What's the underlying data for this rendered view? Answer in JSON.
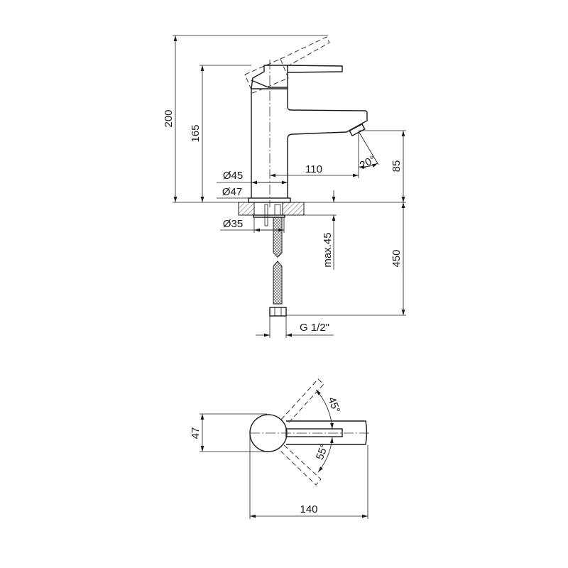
{
  "drawing": {
    "title": "Faucet dimension drawing",
    "side_view": {
      "overall_height": "200",
      "body_height": "165",
      "spout_height": "85",
      "spout_reach": "110",
      "aerator_angle": "20°",
      "body_diameter": "Ø45",
      "base_diameter": "Ø47",
      "mount_diameter": "Ø35",
      "max_counter_thickness": "max.45",
      "hose_length": "450",
      "connection_thread": "G 1/2\""
    },
    "top_view": {
      "width": "47",
      "length": "140",
      "lever_angle_up": "45°",
      "lever_angle_down": "55°"
    }
  }
}
